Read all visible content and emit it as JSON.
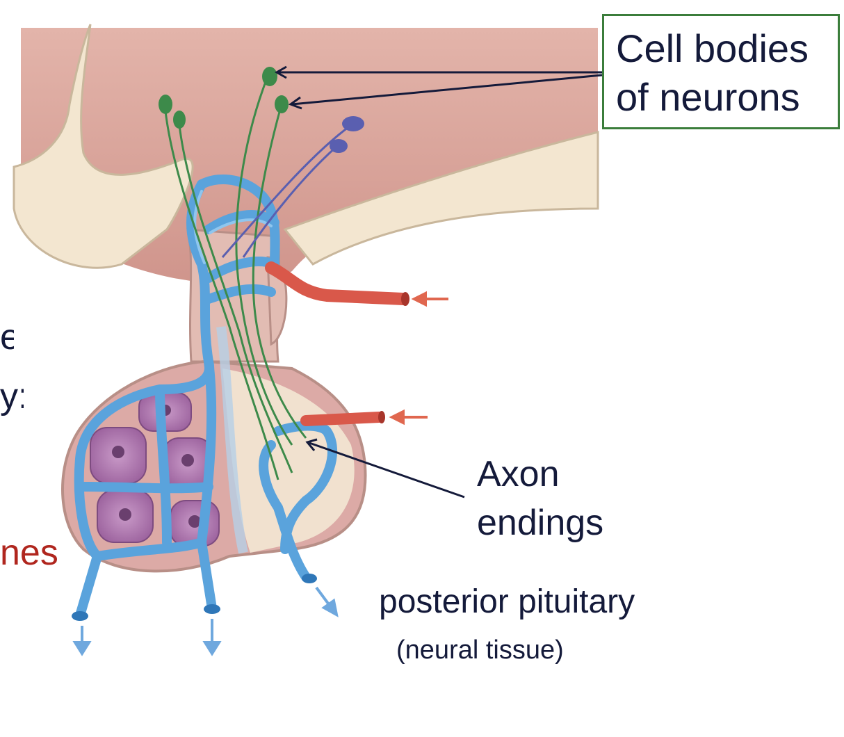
{
  "labels": {
    "cell_bodies_line1": "Cell bodies",
    "cell_bodies_line2": "of neurons",
    "axon_line1": "Axon",
    "axon_line2": "endings",
    "posterior_pituitary": "posterior pituitary",
    "neural_tissue": "(neural tissue)",
    "clipped_left_1": "e",
    "clipped_left_2": "y:",
    "clipped_left_red": "nes"
  },
  "colors": {
    "brain_tissue": "#d9a8a0",
    "bone_beige": "#f3e6d0",
    "vein_blue": "#5aa3dc",
    "artery_red": "#d9584a",
    "neuron_green": "#3d8a4a",
    "neuron_purple": "#5a5fb0",
    "gland_cells": "#b07ab0",
    "label_text": "#141a3a",
    "label_box_border": "#3b7d3b",
    "red_text": "#b0261e"
  }
}
